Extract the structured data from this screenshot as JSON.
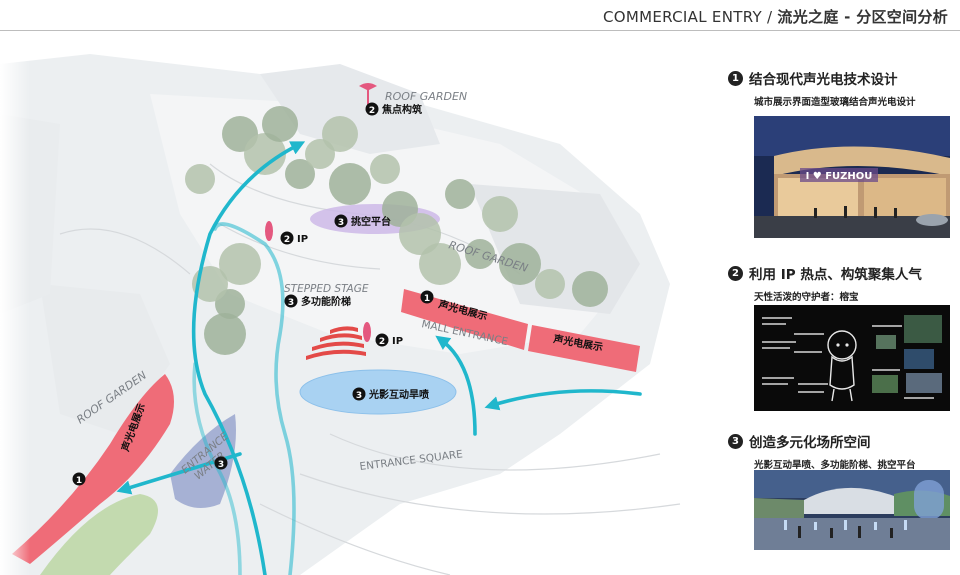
{
  "header": {
    "en": "COMMERCIAL ENTRY / ",
    "cn": "流光之庭 - 分区空间分析"
  },
  "plan": {
    "roof_garden_top": "ROOF GARDEN",
    "roof_garden_right": "ROOF GARDEN",
    "roof_garden_left": "ROOF GARDEN",
    "stepped_stage": "STEPPED STAGE",
    "mall_entrance": "MALL ENTRANCE",
    "entrance_water": "ENTRANCE\nWATER",
    "entrance_square": "ENTRANCE SQUARE",
    "markers": {
      "focal": {
        "num": "2",
        "text": "焦点构筑"
      },
      "canopy": {
        "num": "3",
        "text": "挑空平台"
      },
      "ip_top": {
        "num": "2",
        "text": "IP"
      },
      "ip_mid": {
        "num": "2",
        "text": "IP"
      },
      "stage": {
        "num": "3",
        "text": "多功能阶梯"
      },
      "fountain": {
        "num": "3",
        "text": "光影互动旱喷"
      },
      "show1": {
        "num": "1",
        "text": "声光电展示"
      },
      "show2": {
        "text": "声光电展示"
      },
      "show_left": {
        "num": "1",
        "text": "声光电展示"
      },
      "water": {
        "num": "3"
      }
    }
  },
  "sections": [
    {
      "num": "1",
      "title": "结合现代声光电技术设计",
      "sub": "城市展示界面造型玻璃结合声光电设计",
      "photo_text": "I ♥ FUZHOU"
    },
    {
      "num": "2",
      "title": "利用 IP 热点、构筑聚集人气",
      "sub": "天性活泼的守护者：榕宝"
    },
    {
      "num": "3",
      "title": "创造多元化场所空间",
      "sub": "光影互动旱喷、多功能阶梯、挑空平台"
    }
  ],
  "colors": {
    "accent_red": "#ef6c78",
    "arrow_cyan": "#20b7cc",
    "water_blue": "#a9d2f2",
    "canopy_purple": "#cdb8e8",
    "grass_green": "#b9d49f"
  }
}
